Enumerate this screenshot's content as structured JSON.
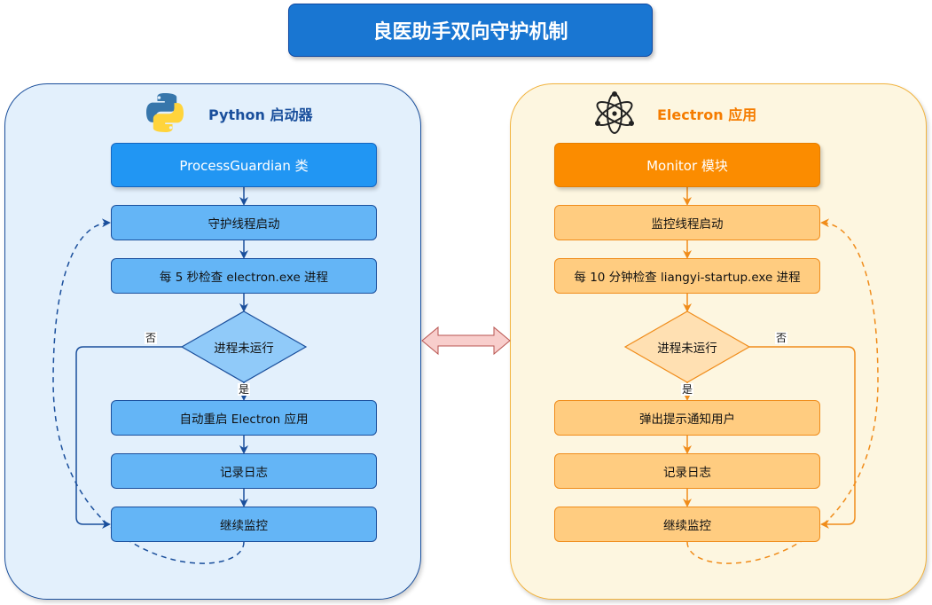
{
  "title": "良医助手双向守护机制",
  "left_panel": {
    "icon": "python-logo-icon",
    "heading": "Python 启动器",
    "header_box": "ProcessGuardian 类",
    "steps": [
      "守护线程启动",
      "每 5 秒检查 electron.exe 进程"
    ],
    "decision": "进程未运行",
    "yes_label": "是",
    "no_label": "否",
    "after_steps": [
      "自动重启 Electron 应用",
      "记录日志",
      "继续监控"
    ],
    "accent": "#1a4f9c"
  },
  "right_panel": {
    "icon": "electron-atom-icon",
    "heading": "Electron 应用",
    "header_box": "Monitor 模块",
    "steps": [
      "监控线程启动",
      "每 10 分钟检查 liangyi-startup.exe 进程"
    ],
    "decision": "进程未运行",
    "yes_label": "是",
    "no_label": "否",
    "after_steps": [
      "弹出提示通知用户",
      "记录日志",
      "继续监控"
    ],
    "accent": "#f57c00"
  },
  "connector": {
    "icon": "bidirectional-arrow-icon",
    "color": "#f8cecc"
  }
}
